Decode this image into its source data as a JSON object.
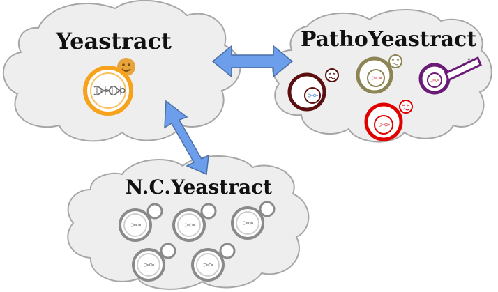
{
  "colors": {
    "cloud_fill": "#eeeeee",
    "cloud_stroke": "#a6a6a6",
    "arrow_fill": "#6d9eeb",
    "arrow_stroke": "#4a6fa5",
    "dna_cell": "#f6a21d",
    "face": "#e8a43c",
    "patho_cell_1": "#5b0f0f",
    "patho_cell_2": "#8c8455",
    "patho_cell_3": "#6a1b75",
    "patho_cell_4": "#e00000",
    "nc_cell": "#8a8a8a"
  },
  "clouds": {
    "yeastract": {
      "label": "Yeastract",
      "icons": [
        "smiley-face-icon",
        "dna-cell-icon"
      ]
    },
    "patho": {
      "label": "PathoYeastract",
      "icons": [
        "sick-yeast-cell-icon",
        "sick-yeast-cell-icon",
        "hyphal-yeast-cell-icon",
        "sick-yeast-cell-icon"
      ]
    },
    "nc": {
      "label": "N.C.Yeastract",
      "icons": [
        "yeast-cell-icon",
        "yeast-cell-icon",
        "yeast-cell-icon",
        "yeast-cell-icon",
        "yeast-cell-icon"
      ]
    }
  },
  "arrows": [
    {
      "from": "Yeastract",
      "to": "PathoYeastract",
      "direction": "bidirectional"
    },
    {
      "from": "Yeastract",
      "to": "N.C.Yeastract",
      "direction": "bidirectional"
    }
  ]
}
